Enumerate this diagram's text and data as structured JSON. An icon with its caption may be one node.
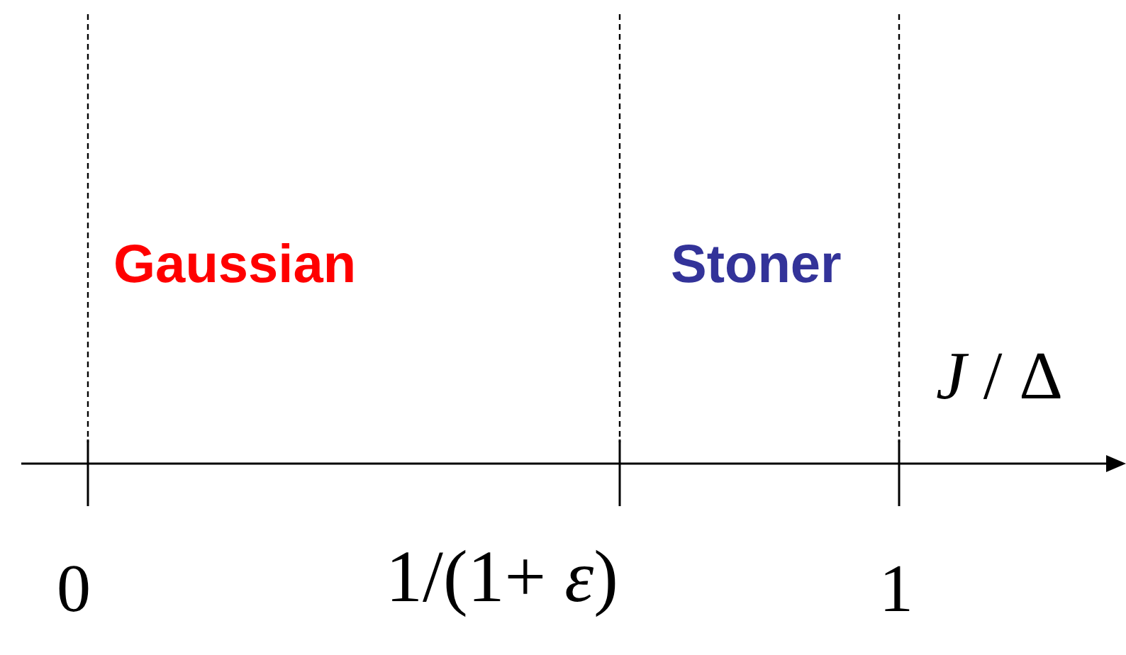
{
  "diagram": {
    "labels": [
      "Gaussian",
      "Stoner",
      "*J* / Δ",
      "0",
      "1/(1+ *ε*)",
      "1"
    ]
  }
}
